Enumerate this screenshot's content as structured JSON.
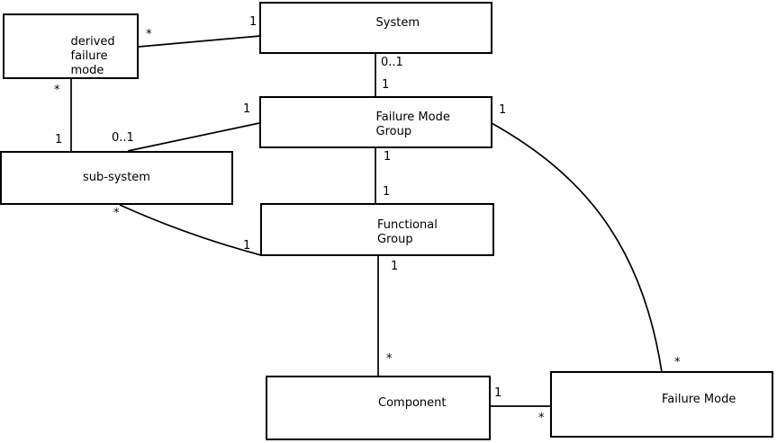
{
  "diagram": {
    "type": "uml-class-diagram",
    "colors": {
      "background": "#ffffff",
      "box_fill": "#ffffff",
      "box_border": "#000000",
      "line": "#000000",
      "text": "#000000"
    },
    "entities": [
      {
        "name": "derived failure mode",
        "label": "derived\nfailure\nmode"
      },
      {
        "name": "System",
        "label": "System"
      },
      {
        "name": "Failure Mode Group",
        "label": "Failure Mode\nGroup"
      },
      {
        "name": "sub-system",
        "label": "sub-system"
      },
      {
        "name": "Functional Group",
        "label": "Functional\nGroup"
      },
      {
        "name": "Component",
        "label": "Component"
      },
      {
        "name": "Failure Mode",
        "label": "Failure Mode"
      }
    ],
    "connections": [
      {
        "from": "derived failure mode",
        "to": "System",
        "from_label": "*",
        "to_label": "1"
      },
      {
        "from": "derived failure mode",
        "to": "sub-system",
        "from_label": "*",
        "to_label": "1"
      },
      {
        "from": "sub-system",
        "to": "Failure Mode Group",
        "from_label": "0..1",
        "to_label": "1"
      },
      {
        "from": "System",
        "to": "Failure Mode Group",
        "from_label": "0..1",
        "to_label": "1"
      },
      {
        "from": "Failure Mode Group",
        "to": "Functional Group",
        "from_label": "1",
        "to_label": "1"
      },
      {
        "from": "Functional Group",
        "to": "Component",
        "from_label": "1",
        "to_label": "*"
      },
      {
        "from": "sub-system",
        "to": "Functional Group",
        "from_label": "*",
        "to_label": "1"
      },
      {
        "from": "Failure Mode Group",
        "to": "Failure Mode",
        "from_label": "1",
        "to_label": "*"
      },
      {
        "from": "Component",
        "to": "Failure Mode",
        "from_label": "1",
        "to_label": "*"
      }
    ]
  }
}
